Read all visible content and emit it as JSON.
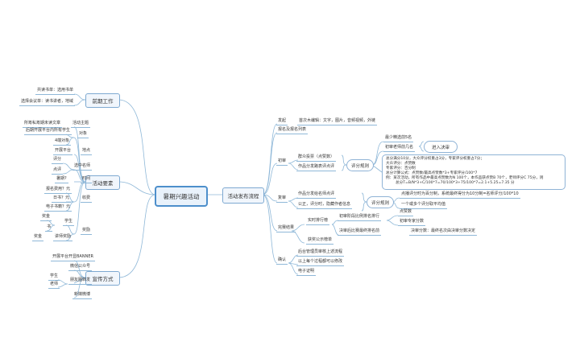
{
  "center": "暑期兴趣活动",
  "left": {
    "prep": {
      "label": "前期工作",
      "items": [
        "共读书单：选用书单",
        "选择会议单：读书讲者，地域"
      ]
    },
    "elements": {
      "label": "活动要素",
      "theme": {
        "label": "活动主题",
        "value": "所筹私筹期未读文章"
      },
      "target": {
        "label": "对象",
        "values": [
          "后期开展平台内所有学生",
          "4端对象"
        ]
      },
      "place": {
        "label": "地点",
        "value": "开展平台"
      },
      "teacher": {
        "label": "选中名师",
        "values": [
          "评分",
          "点评"
        ]
      },
      "time": {
        "label": "时间",
        "value": "暑期?"
      },
      "fee": {
        "label": "收费",
        "values": [
          "报名费用？元",
          "日书？元",
          "电子书籍？元"
        ]
      },
      "reward": {
        "label": "奖励",
        "student": "学生",
        "student_items": [
          "奖金",
          "书"
        ],
        "lecturer": "讲师奖励",
        "lecturer_item": "奖金"
      }
    },
    "promo": {
      "label": "宣传方式",
      "items": [
        "开展平台开显BANNER",
        "微信公众号",
        "朋友圈转发",
        "新媒微博"
      ],
      "share": [
        "学生",
        "老师"
      ]
    }
  },
  "right": {
    "label": "活动发布流程",
    "launch": {
      "label": "发起",
      "value": "首次木编辑：文字，图片，音频视频，外链"
    },
    "signup": "报名及报名列表",
    "first": {
      "label": "初审",
      "items": [
        "群众投票（点赞数）",
        "作品分发路表评点评"
      ],
      "rule": "评分规则",
      "rule_items": [
        "最少精选前5名",
        "初审老师前几名"
      ],
      "advance": "进入决审",
      "note": [
        "总分满分10分，大众评分权重占3分，专家评分权重占7分；",
        "大众评分：点赞数",
        "专家评分：百分制",
        "总分计算公式：点赞数/最高点赞数*3+专家评分/100*7",
        "例：某次活动，所有作品中最高点赞数为N 100个，本作品获点赞B 70个，老师评分C 75分，则",
        "总分T=B/N*3+C/100*7=70/100*3+75/100*7=2.1+5.25=7.35 分"
      ]
    },
    "second": {
      "label": "复审",
      "items": [
        "作品分发给名师点评",
        "公正，评分时，隐藏作者信息"
      ],
      "rule": "评分规则",
      "rule_items": [
        "点播评分时为百分制，系统最终得分为10分制=名师评分/100*10",
        "一个或多个评分取平均值"
      ]
    },
    "result": {
      "label": "完赛结果",
      "ranking": "实时排行榜",
      "stage1": "初审阶段比例排名排行",
      "stage1_items": [
        "点赞数",
        "初审专家分数"
      ],
      "stage2": "决审后比赛最终排名前",
      "stage2_item": "决审分数：最终名次由决审分数决定",
      "publish": "获奖公示榜单"
    },
    "confirm": {
      "label": "确认",
      "items": [
        "后台管理员审核上述流程",
        "以上每个过程都可以修改",
        "电子证明"
      ]
    }
  }
}
